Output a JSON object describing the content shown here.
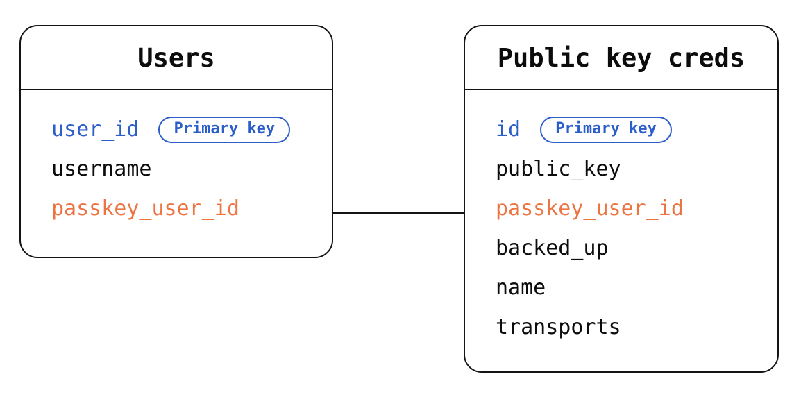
{
  "diagram": {
    "colors": {
      "primary": "#2B5EC9",
      "foreign": "#EC7442",
      "line": "#141414",
      "text": "#0C0C0C",
      "background": "#FFFFFF"
    },
    "tables": [
      {
        "title": "Users",
        "fields": [
          {
            "name": "user_id",
            "role": "primary",
            "badge": "Primary key"
          },
          {
            "name": "username",
            "role": "normal"
          },
          {
            "name": "passkey_user_id",
            "role": "foreign"
          }
        ]
      },
      {
        "title": "Public key creds",
        "fields": [
          {
            "name": "id",
            "role": "primary",
            "badge": "Primary key"
          },
          {
            "name": "public_key",
            "role": "normal"
          },
          {
            "name": "passkey_user_id",
            "role": "foreign"
          },
          {
            "name": "backed_up",
            "role": "normal"
          },
          {
            "name": "name",
            "role": "normal"
          },
          {
            "name": "transports",
            "role": "normal"
          }
        ]
      }
    ],
    "relationship": {
      "from_table": "Users",
      "from_field": "passkey_user_id",
      "to_table": "Public key creds",
      "to_field": "passkey_user_id"
    }
  }
}
